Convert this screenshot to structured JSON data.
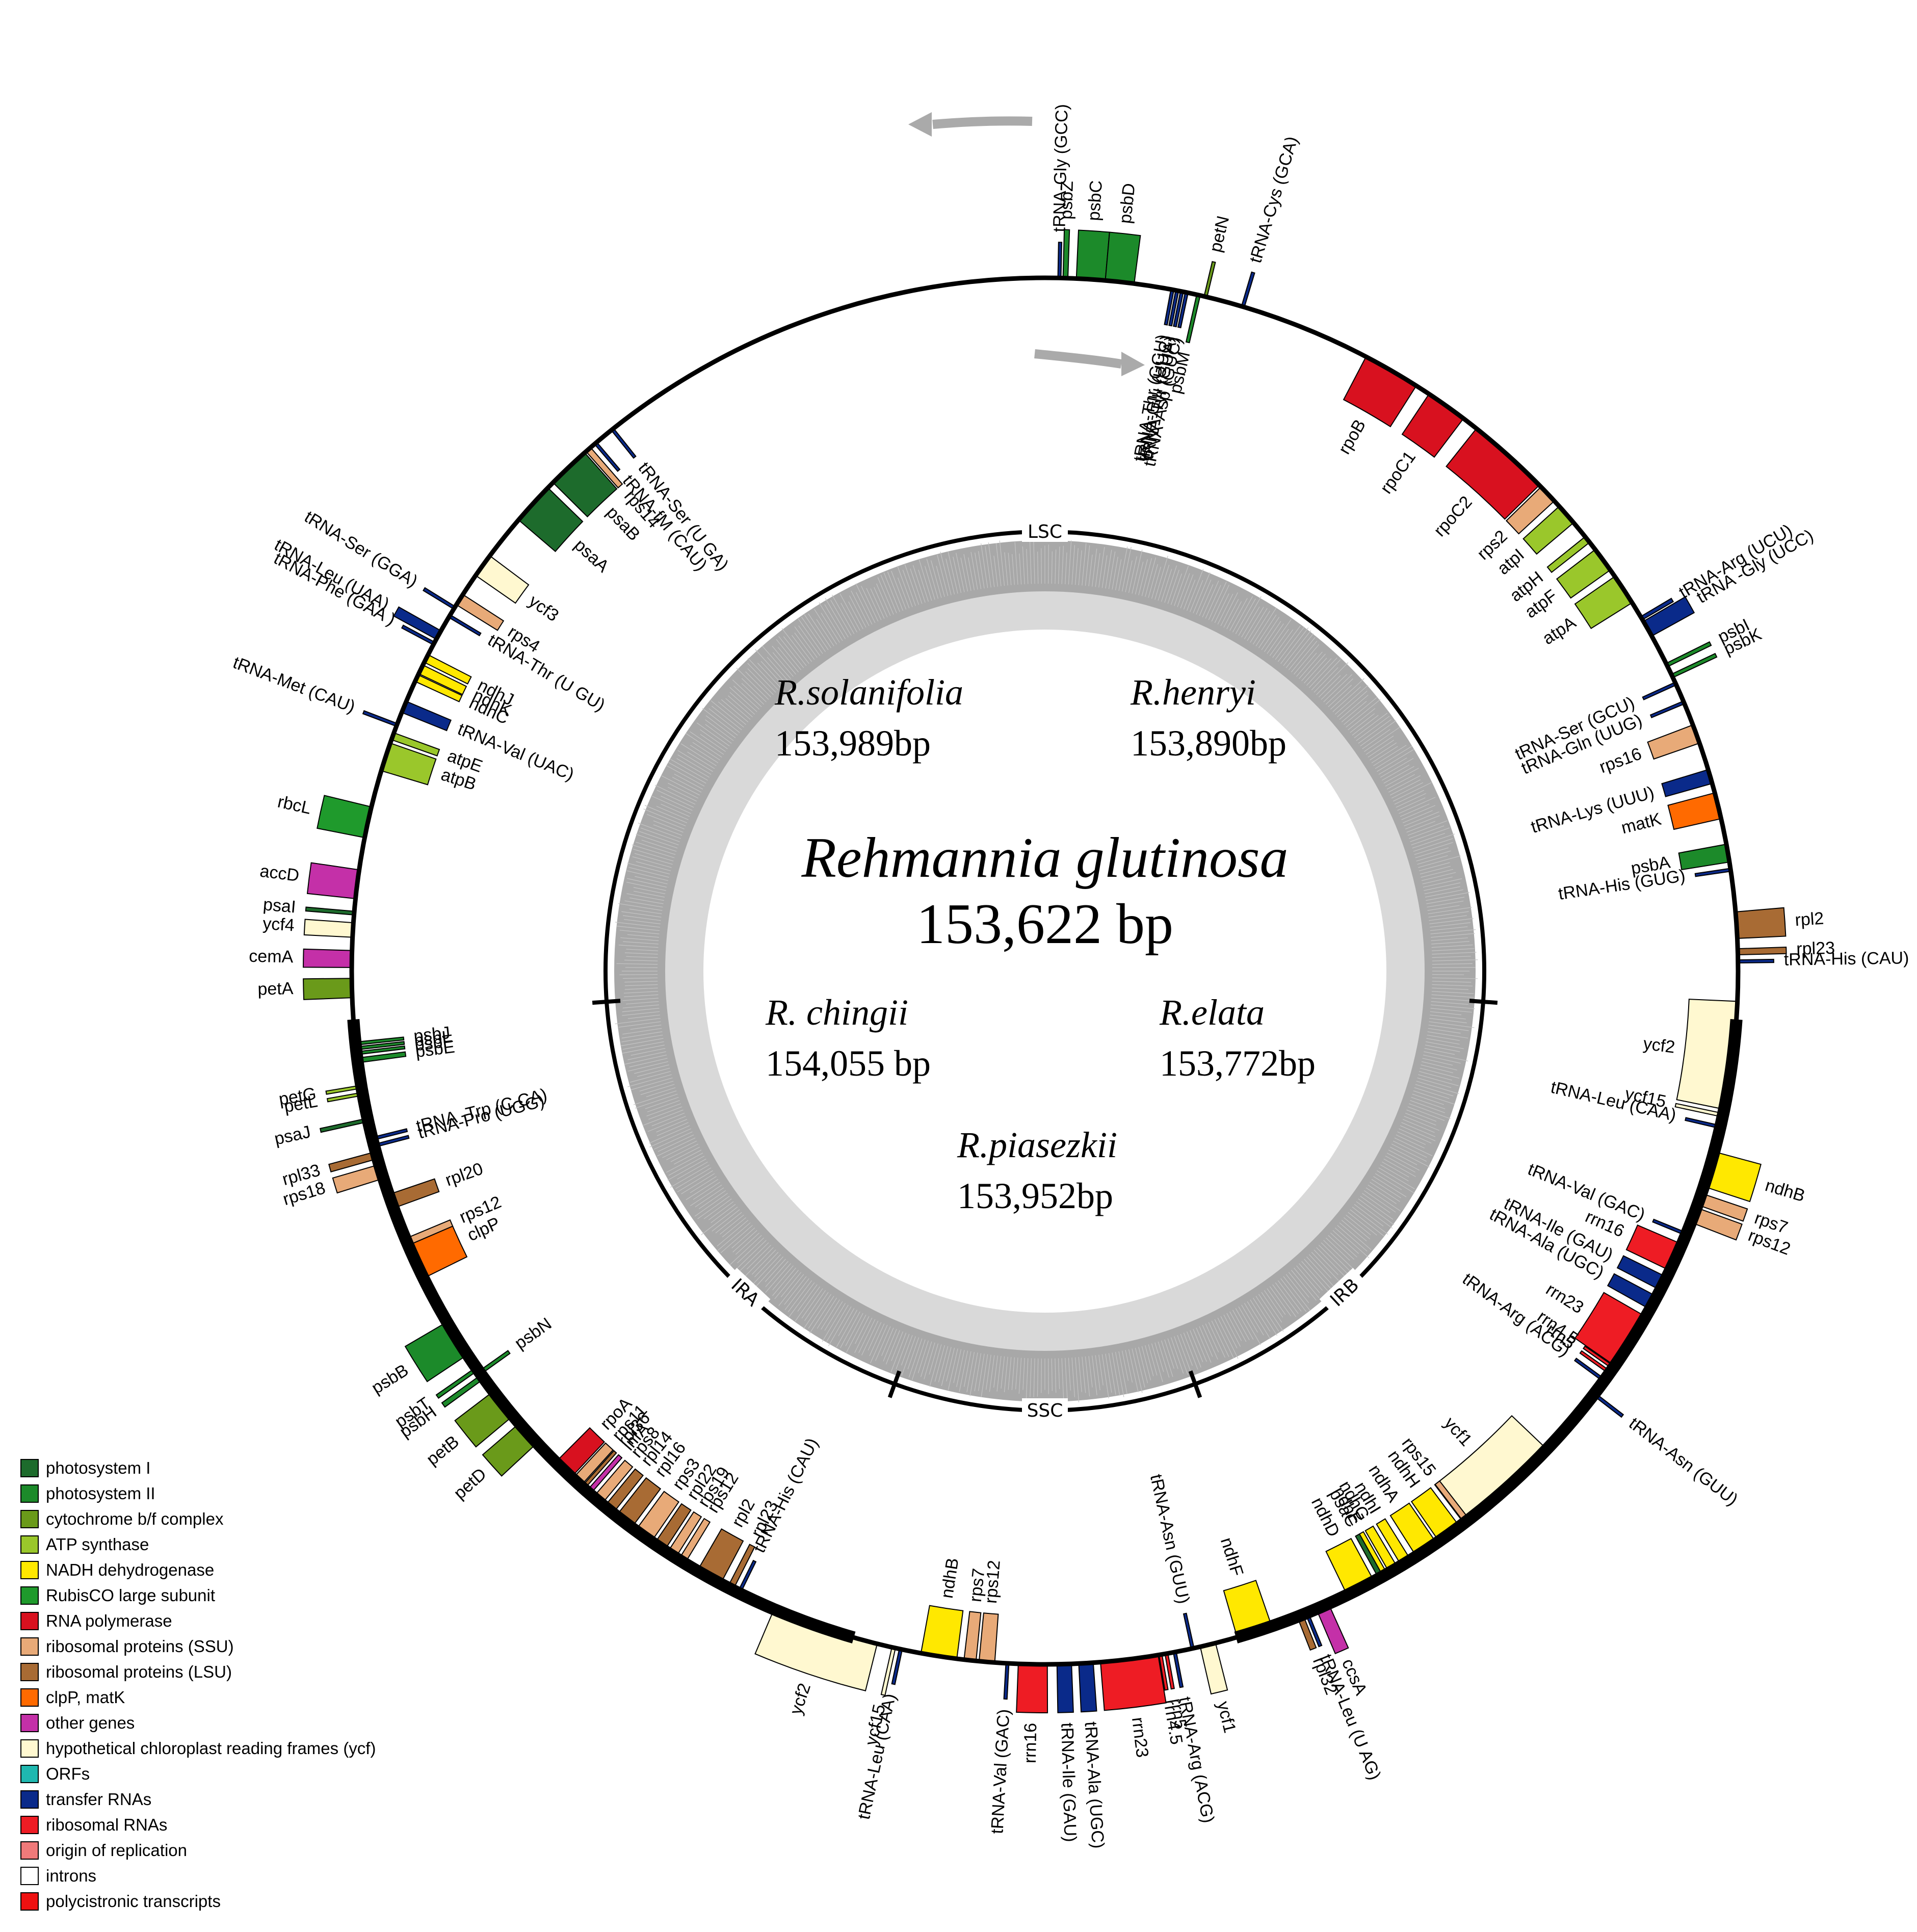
{
  "title": "Rehmannia glutinosa",
  "length": "153,622 bp",
  "species": [
    {
      "name": "R.solanifolia",
      "length": "153,989bp"
    },
    {
      "name": "R.henryi",
      "length": "153,890bp"
    },
    {
      "name": "R. chingii",
      "length": "154,055 bp"
    },
    {
      "name": "R.elata",
      "length": "153,772bp"
    },
    {
      "name": "R.piasezkii",
      "length": "153,952bp"
    }
  ],
  "regions": [
    "LSC",
    "IRB",
    "SSC",
    "IRA"
  ],
  "legend": [
    {
      "label": "photosystem I",
      "color": "#1d6b2c"
    },
    {
      "label": "photosystem II",
      "color": "#1c8a2a"
    },
    {
      "label": "cytochrome b/f complex",
      "color": "#6a9a1a"
    },
    {
      "label": "ATP synthase",
      "color": "#9ac72b"
    },
    {
      "label": "NADH dehydrogenase",
      "color": "#ffe800"
    },
    {
      "label": "RubisCO large subunit",
      "color": "#1f9a2c"
    },
    {
      "label": "RNA polymerase",
      "color": "#d8111f"
    },
    {
      "label": "ribosomal proteins (SSU)",
      "color": "#e8aa78"
    },
    {
      "label": "ribosomal proteins (LSU)",
      "color": "#a86b34"
    },
    {
      "label": "clpP, matK",
      "color": "#ff6a00"
    },
    {
      "label": "other genes",
      "color": "#c430a8"
    },
    {
      "label": "hypothetical chloroplast reading frames (ycf)",
      "color": "#fff8d0"
    },
    {
      "label": "ORFs",
      "color": "#1fb8b0"
    },
    {
      "label": "transfer RNAs",
      "color": "#0a2a8a"
    },
    {
      "label": "ribosomal RNAs",
      "color": "#ee1c24"
    },
    {
      "label": "origin of replication",
      "color": "#f07a7a"
    },
    {
      "label": "introns",
      "color": "#ffffff"
    },
    {
      "label": "polycistronic transcripts",
      "color": "#ee1111"
    }
  ],
  "genes": [
    {
      "name": "tRNA-Gly (GCC)",
      "pos": 1.2,
      "w": 0.1,
      "out": true,
      "color": "#0a2a8a",
      "t": true
    },
    {
      "name": "psbZ",
      "pos": 1.7,
      "w": 0.4,
      "out": true,
      "color": "#1c8a2a"
    },
    {
      "name": "psbC",
      "pos": 3.8,
      "w": 2.4,
      "out": true,
      "color": "#1c8a2a"
    },
    {
      "name": "psbD",
      "pos": 6.2,
      "w": 2.4,
      "out": true,
      "color": "#1c8a2a"
    },
    {
      "name": "petN",
      "pos": 13.4,
      "w": 0.2,
      "out": true,
      "color": "#6a9a1a",
      "t": true
    },
    {
      "name": "tRNA-Cys (GCA)",
      "pos": 16.6,
      "w": 0.1,
      "out": true,
      "color": "#0a2a8a",
      "t": true
    },
    {
      "name": "tRNA-Thr (GGU)",
      "pos": 10.6,
      "w": 0.1,
      "out": false,
      "color": "#0a2a8a",
      "t": true
    },
    {
      "name": "tRNA-Glu (UUC)",
      "pos": 11.0,
      "w": 0.1,
      "out": false,
      "color": "#0a2a8a",
      "t": true
    },
    {
      "name": "tRNA-Tyr (GUA)",
      "pos": 11.4,
      "w": 0.1,
      "out": false,
      "color": "#0a2a8a",
      "t": true
    },
    {
      "name": "tRNA-Asp (GUC)",
      "pos": 11.8,
      "w": 0.1,
      "out": false,
      "color": "#0a2a8a",
      "t": true
    },
    {
      "name": "psbM",
      "pos": 12.8,
      "w": 0.3,
      "out": false,
      "color": "#1c8a2a"
    },
    {
      "name": "rpoB",
      "pos": 30.0,
      "w": 4.8,
      "out": false,
      "color": "#d8111f"
    },
    {
      "name": "rpoC1",
      "pos": 35.4,
      "w": 3.5,
      "out": false,
      "color": "#d8111f"
    },
    {
      "name": "rpoC2",
      "pos": 42.0,
      "w": 7.0,
      "out": false,
      "color": "#d8111f"
    },
    {
      "name": "rps2",
      "pos": 46.5,
      "w": 1.6,
      "out": false,
      "color": "#e8aa78"
    },
    {
      "name": "atpI",
      "pos": 48.8,
      "w": 1.8,
      "out": false,
      "color": "#9ac72b"
    },
    {
      "name": "atpH",
      "pos": 51.5,
      "w": 0.6,
      "out": false,
      "color": "#9ac72b"
    },
    {
      "name": "atpF",
      "pos": 53.6,
      "w": 2.1,
      "out": false,
      "color": "#9ac72b"
    },
    {
      "name": "atpA",
      "pos": 56.6,
      "w": 2.6,
      "out": false,
      "color": "#9ac72b"
    },
    {
      "name": "tRNA-Arg (UCU)",
      "pos": 59.4,
      "w": 0.3,
      "out": true,
      "color": "#0a2a8a",
      "t": true
    },
    {
      "name": "tRNA -Gly (UCC)",
      "pos": 60.4,
      "w": 1.4,
      "out": true,
      "color": "#0a2a8a"
    },
    {
      "name": "psbI",
      "pos": 63.8,
      "w": 0.3,
      "out": true,
      "color": "#1c8a2a"
    },
    {
      "name": "psbK",
      "pos": 64.8,
      "w": 0.3,
      "out": true,
      "color": "#1c8a2a"
    },
    {
      "name": "tRNA-Ser (GCU)",
      "pos": 65.5,
      "w": 0.1,
      "out": false,
      "color": "#0a2a8a",
      "t": true
    },
    {
      "name": "tRNA-Gln (UUG)",
      "pos": 67.2,
      "w": 0.1,
      "out": false,
      "color": "#0a2a8a",
      "t": true
    },
    {
      "name": "rps16",
      "pos": 70.0,
      "w": 1.6,
      "out": false,
      "color": "#e8aa78"
    },
    {
      "name": "tRNA-Lys (UUU)",
      "pos": 73.7,
      "w": 1.2,
      "out": false,
      "color": "#0a2a8a"
    },
    {
      "name": "matK",
      "pos": 76.2,
      "w": 2.2,
      "out": false,
      "color": "#ff6a00"
    },
    {
      "name": "psbA",
      "pos": 80.2,
      "w": 1.5,
      "out": false,
      "color": "#1c8a2a"
    },
    {
      "name": "tRNA-His (GUG)",
      "pos": 81.6,
      "w": 0.1,
      "out": false,
      "color": "#0a2a8a",
      "t": true
    },
    {
      "name": "rpl2",
      "pos": 86.2,
      "w": 2.2,
      "out": true,
      "color": "#a86b34"
    },
    {
      "name": "rpl23",
      "pos": 88.4,
      "w": 0.5,
      "out": true,
      "color": "#a86b34"
    },
    {
      "name": "tRNA-His (CAU)",
      "pos": 89.2,
      "w": 0.1,
      "out": true,
      "color": "#0a2a8a",
      "t": true
    },
    {
      "name": "ycf2",
      "pos": 97.0,
      "w": 9.0,
      "out": false,
      "color": "#fff8d0"
    },
    {
      "name": "ycf15",
      "pos": 102.0,
      "w": 0.3,
      "out": false,
      "color": "#fff8d0"
    },
    {
      "name": "tRNA-Leu (CAA)",
      "pos": 103.0,
      "w": 0.1,
      "out": false,
      "color": "#0a2a8a",
      "t": true
    },
    {
      "name": "ndhB",
      "pos": 106.6,
      "w": 3.0,
      "out": true,
      "color": "#ffe800"
    },
    {
      "name": "rps7",
      "pos": 109.2,
      "w": 1.0,
      "out": true,
      "color": "#e8aa78"
    },
    {
      "name": "rps12",
      "pos": 110.6,
      "w": 1.3,
      "out": true,
      "color": "#e8aa78"
    },
    {
      "name": "tRNA-Val (GAC)",
      "pos": 112.3,
      "w": 0.1,
      "out": false,
      "color": "#0a2a8a",
      "t": true
    },
    {
      "name": "rrn16",
      "pos": 114.4,
      "w": 2.4,
      "out": false,
      "color": "#ee1c24"
    },
    {
      "name": "tRNA-Ile (GAU)",
      "pos": 116.8,
      "w": 1.2,
      "out": false,
      "color": "#0a2a8a"
    },
    {
      "name": "tRNA-Ala (UGC)",
      "pos": 118.6,
      "w": 1.2,
      "out": false,
      "color": "#0a2a8a"
    },
    {
      "name": "rrn23",
      "pos": 122.3,
      "w": 4.8,
      "out": false,
      "color": "#ee1c24"
    },
    {
      "name": "rrn4.5",
      "pos": 124.9,
      "w": 0.2,
      "out": false,
      "color": "#ee1c24",
      "t": true
    },
    {
      "name": "rrn5",
      "pos": 125.4,
      "w": 0.2,
      "out": false,
      "color": "#ee1c24",
      "t": true
    },
    {
      "name": "tRNA-Arg (ACG)",
      "pos": 126.2,
      "w": 0.1,
      "out": false,
      "color": "#0a2a8a",
      "t": true
    },
    {
      "name": "tRNA-Asn (GUU)",
      "pos": 127.6,
      "w": 0.1,
      "out": true,
      "color": "#0a2a8a",
      "t": true
    },
    {
      "name": "ycf1",
      "pos": 138.2,
      "w": 9.2,
      "out": false,
      "color": "#fff8d0"
    },
    {
      "name": "rps15",
      "pos": 142.5,
      "w": 0.5,
      "out": false,
      "color": "#e8aa78"
    },
    {
      "name": "ndhH",
      "pos": 144.3,
      "w": 2.1,
      "out": false,
      "color": "#ffe800"
    },
    {
      "name": "ndhA",
      "pos": 146.6,
      "w": 2.0,
      "out": false,
      "color": "#ffe800"
    },
    {
      "name": "ndhI",
      "pos": 148.6,
      "w": 0.9,
      "out": false,
      "color": "#ffe800"
    },
    {
      "name": "ndhG",
      "pos": 149.8,
      "w": 0.8,
      "out": false,
      "color": "#ffe800"
    },
    {
      "name": "ndhE",
      "pos": 150.6,
      "w": 0.4,
      "out": false,
      "color": "#ffe800"
    },
    {
      "name": "psaC",
      "pos": 151.0,
      "w": 0.4,
      "out": false,
      "color": "#1d6b2c"
    },
    {
      "name": "ndhD",
      "pos": 152.9,
      "w": 2.5,
      "out": false,
      "color": "#ffe800"
    },
    {
      "name": "ccsA",
      "pos": 156.4,
      "w": 1.1,
      "out": true,
      "color": "#c430a8"
    },
    {
      "name": "tRNA-Leu (U AG)",
      "pos": 157.8,
      "w": 0.1,
      "out": true,
      "color": "#0a2a8a",
      "t": true
    },
    {
      "name": "rpl32",
      "pos": 158.4,
      "w": 0.5,
      "out": true,
      "color": "#a86b34",
      "t": true
    },
    {
      "name": "ndhF",
      "pos": 162.4,
      "w": 3.0,
      "out": false,
      "color": "#ffe800"
    },
    {
      "name": "ycf1",
      "pos": 166.4,
      "w": 1.3,
      "out": true,
      "color": "#fff8d0"
    },
    {
      "name": "tRNA-Asn (GUU)",
      "pos": 167.7,
      "w": 0.1,
      "out": false,
      "color": "#0a2a8a",
      "t": true
    },
    {
      "name": "tRNA-Arg (ACG)",
      "pos": 169.2,
      "w": 0.1,
      "out": true,
      "color": "#0a2a8a",
      "t": true
    },
    {
      "name": "rrn5",
      "pos": 169.9,
      "w": 0.2,
      "out": true,
      "color": "#ee1c24",
      "t": true
    },
    {
      "name": "rrn4.5",
      "pos": 170.4,
      "w": 0.2,
      "out": true,
      "color": "#ee1c24",
      "t": true
    },
    {
      "name": "rrn23",
      "pos": 173.0,
      "w": 4.8,
      "out": true,
      "color": "#ee1c24"
    },
    {
      "name": "tRNA-Ala (UGC)",
      "pos": 176.6,
      "w": 1.2,
      "out": true,
      "color": "#0a2a8a"
    },
    {
      "name": "tRNA-Ile (GAU)",
      "pos": 178.4,
      "w": 1.2,
      "out": true,
      "color": "#0a2a8a"
    },
    {
      "name": "rrn16",
      "pos": 181.0,
      "w": 2.4,
      "out": true,
      "color": "#ee1c24"
    },
    {
      "name": "tRNA-Val (GAC)",
      "pos": 183.1,
      "w": 0.1,
      "out": true,
      "color": "#0a2a8a",
      "t": true
    },
    {
      "name": "rps12",
      "pos": 184.8,
      "w": 1.3,
      "out": false,
      "color": "#e8aa78"
    },
    {
      "name": "rps7",
      "pos": 186.2,
      "w": 1.0,
      "out": false,
      "color": "#e8aa78"
    },
    {
      "name": "ndhB",
      "pos": 188.8,
      "w": 3.0,
      "out": false,
      "color": "#ffe800"
    },
    {
      "name": "ycf15",
      "pos": 192.6,
      "w": 0.3,
      "out": true,
      "color": "#fff8d0"
    },
    {
      "name": "tRNA-Leu (CAA)",
      "pos": 192.0,
      "w": 0.1,
      "out": true,
      "color": "#0a2a8a",
      "t": true
    },
    {
      "name": "ycf2",
      "pos": 198.5,
      "w": 9.0,
      "out": true,
      "color": "#fff8d0"
    },
    {
      "name": "tRNA-His (CAU)",
      "pos": 206.2,
      "w": 0.1,
      "out": false,
      "color": "#0a2a8a",
      "t": true
    },
    {
      "name": "rpl23",
      "pos": 207.0,
      "w": 0.5,
      "out": false,
      "color": "#a86b34"
    },
    {
      "name": "rpl2",
      "pos": 209.0,
      "w": 2.2,
      "out": false,
      "color": "#a86b34"
    },
    {
      "name": "rps12",
      "pos": 211.6,
      "w": 0.6,
      "out": false,
      "color": "#e8aa78"
    },
    {
      "name": "rps19",
      "pos": 212.6,
      "w": 0.8,
      "out": false,
      "color": "#e8aa78"
    },
    {
      "name": "rpl22",
      "pos": 213.8,
      "w": 1.0,
      "out": false,
      "color": "#a86b34"
    },
    {
      "name": "rps3",
      "pos": 215.4,
      "w": 1.6,
      "out": false,
      "color": "#e8aa78"
    },
    {
      "name": "rpl16",
      "pos": 217.4,
      "w": 1.6,
      "out": false,
      "color": "#a86b34"
    },
    {
      "name": "rpl14",
      "pos": 219.0,
      "w": 0.9,
      "out": false,
      "color": "#a86b34"
    },
    {
      "name": "rps8",
      "pos": 220.2,
      "w": 0.9,
      "out": false,
      "color": "#e8aa78"
    },
    {
      "name": "infA",
      "pos": 221.2,
      "w": 0.4,
      "out": false,
      "color": "#c430a8"
    },
    {
      "name": "rpl36",
      "pos": 221.8,
      "w": 0.3,
      "out": false,
      "color": "#a86b34"
    },
    {
      "name": "rps11",
      "pos": 222.5,
      "w": 0.9,
      "out": false,
      "color": "#e8aa78"
    },
    {
      "name": "rpoA",
      "pos": 224.0,
      "w": 1.8,
      "out": false,
      "color": "#d8111f"
    },
    {
      "name": "petD",
      "pos": 228.2,
      "w": 2.2,
      "out": true,
      "color": "#6a9a1a"
    },
    {
      "name": "petB",
      "pos": 231.4,
      "w": 2.6,
      "out": true,
      "color": "#6a9a1a"
    },
    {
      "name": "psbH",
      "pos": 234.2,
      "w": 0.4,
      "out": true,
      "color": "#1c8a2a"
    },
    {
      "name": "psbT",
      "pos": 235.0,
      "w": 0.3,
      "out": true,
      "color": "#1c8a2a"
    },
    {
      "name": "psbN",
      "pos": 234.6,
      "w": 0.3,
      "out": false,
      "color": "#1c8a2a",
      "t": true
    },
    {
      "name": "psbB",
      "pos": 238.0,
      "w": 3.2,
      "out": true,
      "color": "#1c8a2a"
    },
    {
      "name": "clpP",
      "pos": 245.2,
      "w": 3.0,
      "out": false,
      "color": "#ff6a00"
    },
    {
      "name": "rps12",
      "pos": 247.0,
      "w": 0.6,
      "out": false,
      "color": "#e8aa78"
    },
    {
      "name": "rpl20",
      "pos": 250.6,
      "w": 1.2,
      "out": false,
      "color": "#a86b34"
    },
    {
      "name": "rps18",
      "pos": 253.2,
      "w": 1.2,
      "out": true,
      "color": "#e8aa78"
    },
    {
      "name": "rpl33",
      "pos": 254.6,
      "w": 0.6,
      "out": true,
      "color": "#a86b34"
    },
    {
      "name": "tRNA-Pro (UGG)",
      "pos": 255.4,
      "w": 0.1,
      "out": false,
      "color": "#0a2a8a",
      "t": true
    },
    {
      "name": "tRNA -Trp (C CA)",
      "pos": 256.0,
      "w": 0.1,
      "out": false,
      "color": "#0a2a8a",
      "t": true
    },
    {
      "name": "psaJ",
      "pos": 257.6,
      "w": 0.3,
      "out": true,
      "color": "#1d6b2c"
    },
    {
      "name": "petL",
      "pos": 259.8,
      "w": 0.2,
      "out": true,
      "color": "#9ac72b",
      "t": true
    },
    {
      "name": "petG",
      "pos": 260.4,
      "w": 0.2,
      "out": true,
      "color": "#9ac72b",
      "t": true
    },
    {
      "name": "psbE",
      "pos": 262.6,
      "w": 0.4,
      "out": false,
      "color": "#1c8a2a"
    },
    {
      "name": "psbF",
      "pos": 263.2,
      "w": 0.2,
      "out": false,
      "color": "#1c8a2a"
    },
    {
      "name": "psbL",
      "pos": 263.6,
      "w": 0.2,
      "out": false,
      "color": "#1c8a2a"
    },
    {
      "name": "psbJ",
      "pos": 264.0,
      "w": 0.2,
      "out": false,
      "color": "#1c8a2a"
    },
    {
      "name": "petA",
      "pos": 268.6,
      "w": 1.6,
      "out": true,
      "color": "#6a9a1a"
    },
    {
      "name": "cemA",
      "pos": 271.0,
      "w": 1.4,
      "out": true,
      "color": "#c430a8"
    },
    {
      "name": "ycf4",
      "pos": 273.4,
      "w": 1.2,
      "out": true,
      "color": "#fff8d0"
    },
    {
      "name": "psaI",
      "pos": 274.8,
      "w": 0.3,
      "out": true,
      "color": "#1d6b2c"
    },
    {
      "name": "accD",
      "pos": 277.2,
      "w": 2.4,
      "out": true,
      "color": "#c430a8"
    },
    {
      "name": "rbcL",
      "pos": 282.4,
      "w": 2.6,
      "out": true,
      "color": "#1f9a2c"
    },
    {
      "name": "atpB",
      "pos": 288.0,
      "w": 2.4,
      "out": false,
      "color": "#9ac72b"
    },
    {
      "name": "atpE",
      "pos": 289.8,
      "w": 0.6,
      "out": false,
      "color": "#9ac72b"
    },
    {
      "name": "tRNA-Met (CAU)",
      "pos": 290.8,
      "w": 0.1,
      "out": true,
      "color": "#0a2a8a",
      "t": true
    },
    {
      "name": "tRNA-Val (UAC)",
      "pos": 292.4,
      "w": 1.0,
      "out": false,
      "color": "#0a2a8a"
    },
    {
      "name": "ndhC",
      "pos": 295.0,
      "w": 0.6,
      "out": false,
      "color": "#ffe800"
    },
    {
      "name": "ndhK",
      "pos": 295.8,
      "w": 0.8,
      "out": false,
      "color": "#ffe800"
    },
    {
      "name": "ndhJ",
      "pos": 296.8,
      "w": 0.7,
      "out": false,
      "color": "#ffe800"
    },
    {
      "name": "tRNA-Phe (GAA )",
      "pos": 298.2,
      "w": 0.1,
      "out": true,
      "color": "#0a2a8a",
      "t": true
    },
    {
      "name": "tRNA-Leu (UAA)",
      "pos": 299.0,
      "w": 0.8,
      "out": true,
      "color": "#0a2a8a"
    },
    {
      "name": "tRNA-Thr (U GU)",
      "pos": 300.8,
      "w": 0.1,
      "out": false,
      "color": "#0a2a8a",
      "t": true
    },
    {
      "name": "tRNA-Ser (GGA)",
      "pos": 301.6,
      "w": 0.1,
      "out": true,
      "color": "#0a2a8a",
      "t": true
    },
    {
      "name": "rps4",
      "pos": 302.4,
      "w": 1.0,
      "out": false,
      "color": "#e8aa78"
    },
    {
      "name": "ycf3",
      "pos": 305.8,
      "w": 2.0,
      "out": false,
      "color": "#fff8d0"
    },
    {
      "name": "psaA",
      "pos": 312.4,
      "w": 3.6,
      "out": false,
      "color": "#1d6b2c"
    },
    {
      "name": "psaB",
      "pos": 316.6,
      "w": 3.6,
      "out": false,
      "color": "#1d6b2c"
    },
    {
      "name": "rps14",
      "pos": 318.8,
      "w": 0.5,
      "out": false,
      "color": "#e8aa78"
    },
    {
      "name": "tRNA-fM (CAU)",
      "pos": 319.6,
      "w": 0.1,
      "out": false,
      "color": "#0a2a8a",
      "t": true
    },
    {
      "name": "tRNA-Ser (U GA)",
      "pos": 321.4,
      "w": 0.1,
      "out": false,
      "color": "#0a2a8a",
      "t": true
    }
  ]
}
